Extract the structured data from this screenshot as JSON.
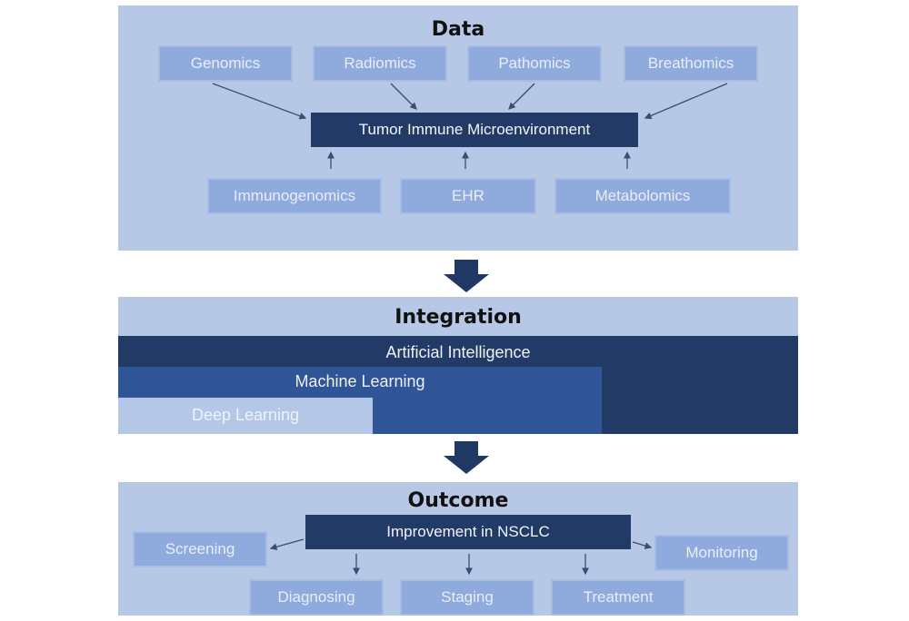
{
  "data_section": {
    "heading": "Data",
    "sources_top": [
      "Genomics",
      "Radiomics",
      "Pathomics",
      "Breathomics"
    ],
    "center": "Tumor Immune Microenvironment",
    "sources_bottom": [
      "Immunogenomics",
      "EHR",
      "Metabolomics"
    ]
  },
  "integration_section": {
    "heading": "Integration",
    "layers": [
      "Artificial Intelligence",
      "Machine Learning",
      "Deep Learning"
    ]
  },
  "outcome_section": {
    "heading": "Outcome",
    "center": "Improvement in NSCLC",
    "left": "Screening",
    "right": "Monitoring",
    "bottom": [
      "Diagnosing",
      "Staging",
      "Treatment"
    ]
  },
  "colors": {
    "panel": "#b7c8e6",
    "box": "#8faadc",
    "dark": "#223a66",
    "ml": "#2f5597",
    "dl": "#b4c7e7",
    "arrow": "#1f3864"
  }
}
